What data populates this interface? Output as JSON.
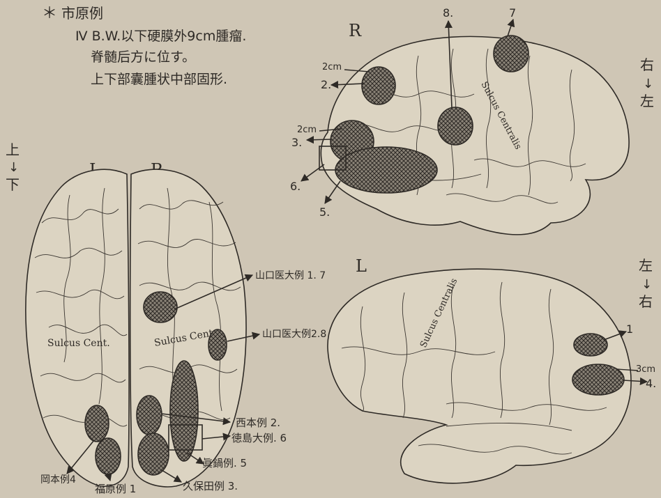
{
  "header": {
    "marker": "＊",
    "title": "市原例",
    "line1": "Ⅳ B.W.以下硬膜外9cm腫瘤.",
    "line2": "脊髄后方に位す。",
    "line3": "上下部囊腫状中部固形."
  },
  "orientation": {
    "top_R": "R",
    "top_right_1": "右",
    "top_right_arrow": "↓",
    "top_right_2": "左",
    "left_1": "上",
    "left_arrow": "↓",
    "left_2": "下",
    "L": "L",
    "R": "R",
    "bottom_L": "L",
    "bottom_right_1": "左",
    "bottom_right_arrow": "↓",
    "bottom_right_2": "右"
  },
  "sulcus_labels": {
    "top_view_left": "Sulcus Cent.",
    "top_view_right": "Sulcus Cent.",
    "lateral_right": "Sulcus Centralis",
    "lateral_left": "Sulcus Centralis"
  },
  "lateral_right_labels": {
    "n8": "8.",
    "n7": "7",
    "size_a": "2cm",
    "n2": "2.",
    "size_b": "2cm",
    "n3": "3.",
    "n6": "6.",
    "n5": "5."
  },
  "lateral_left_labels": {
    "n1": "1",
    "size": "3cm",
    "n4": "4."
  },
  "top_view_labels": {
    "yamaguchi_1_7": "山口医大例 1. 7",
    "yamaguchi_2_8": "山口医大例2.8",
    "nishimoto": "西本例 2.",
    "tokushima": "徳島大例. 6",
    "manabe": "眞鍋例. 5",
    "kubota": "久保田例 3.",
    "okamoto": "岡本例4",
    "fukuhara": "福原例 1"
  }
}
